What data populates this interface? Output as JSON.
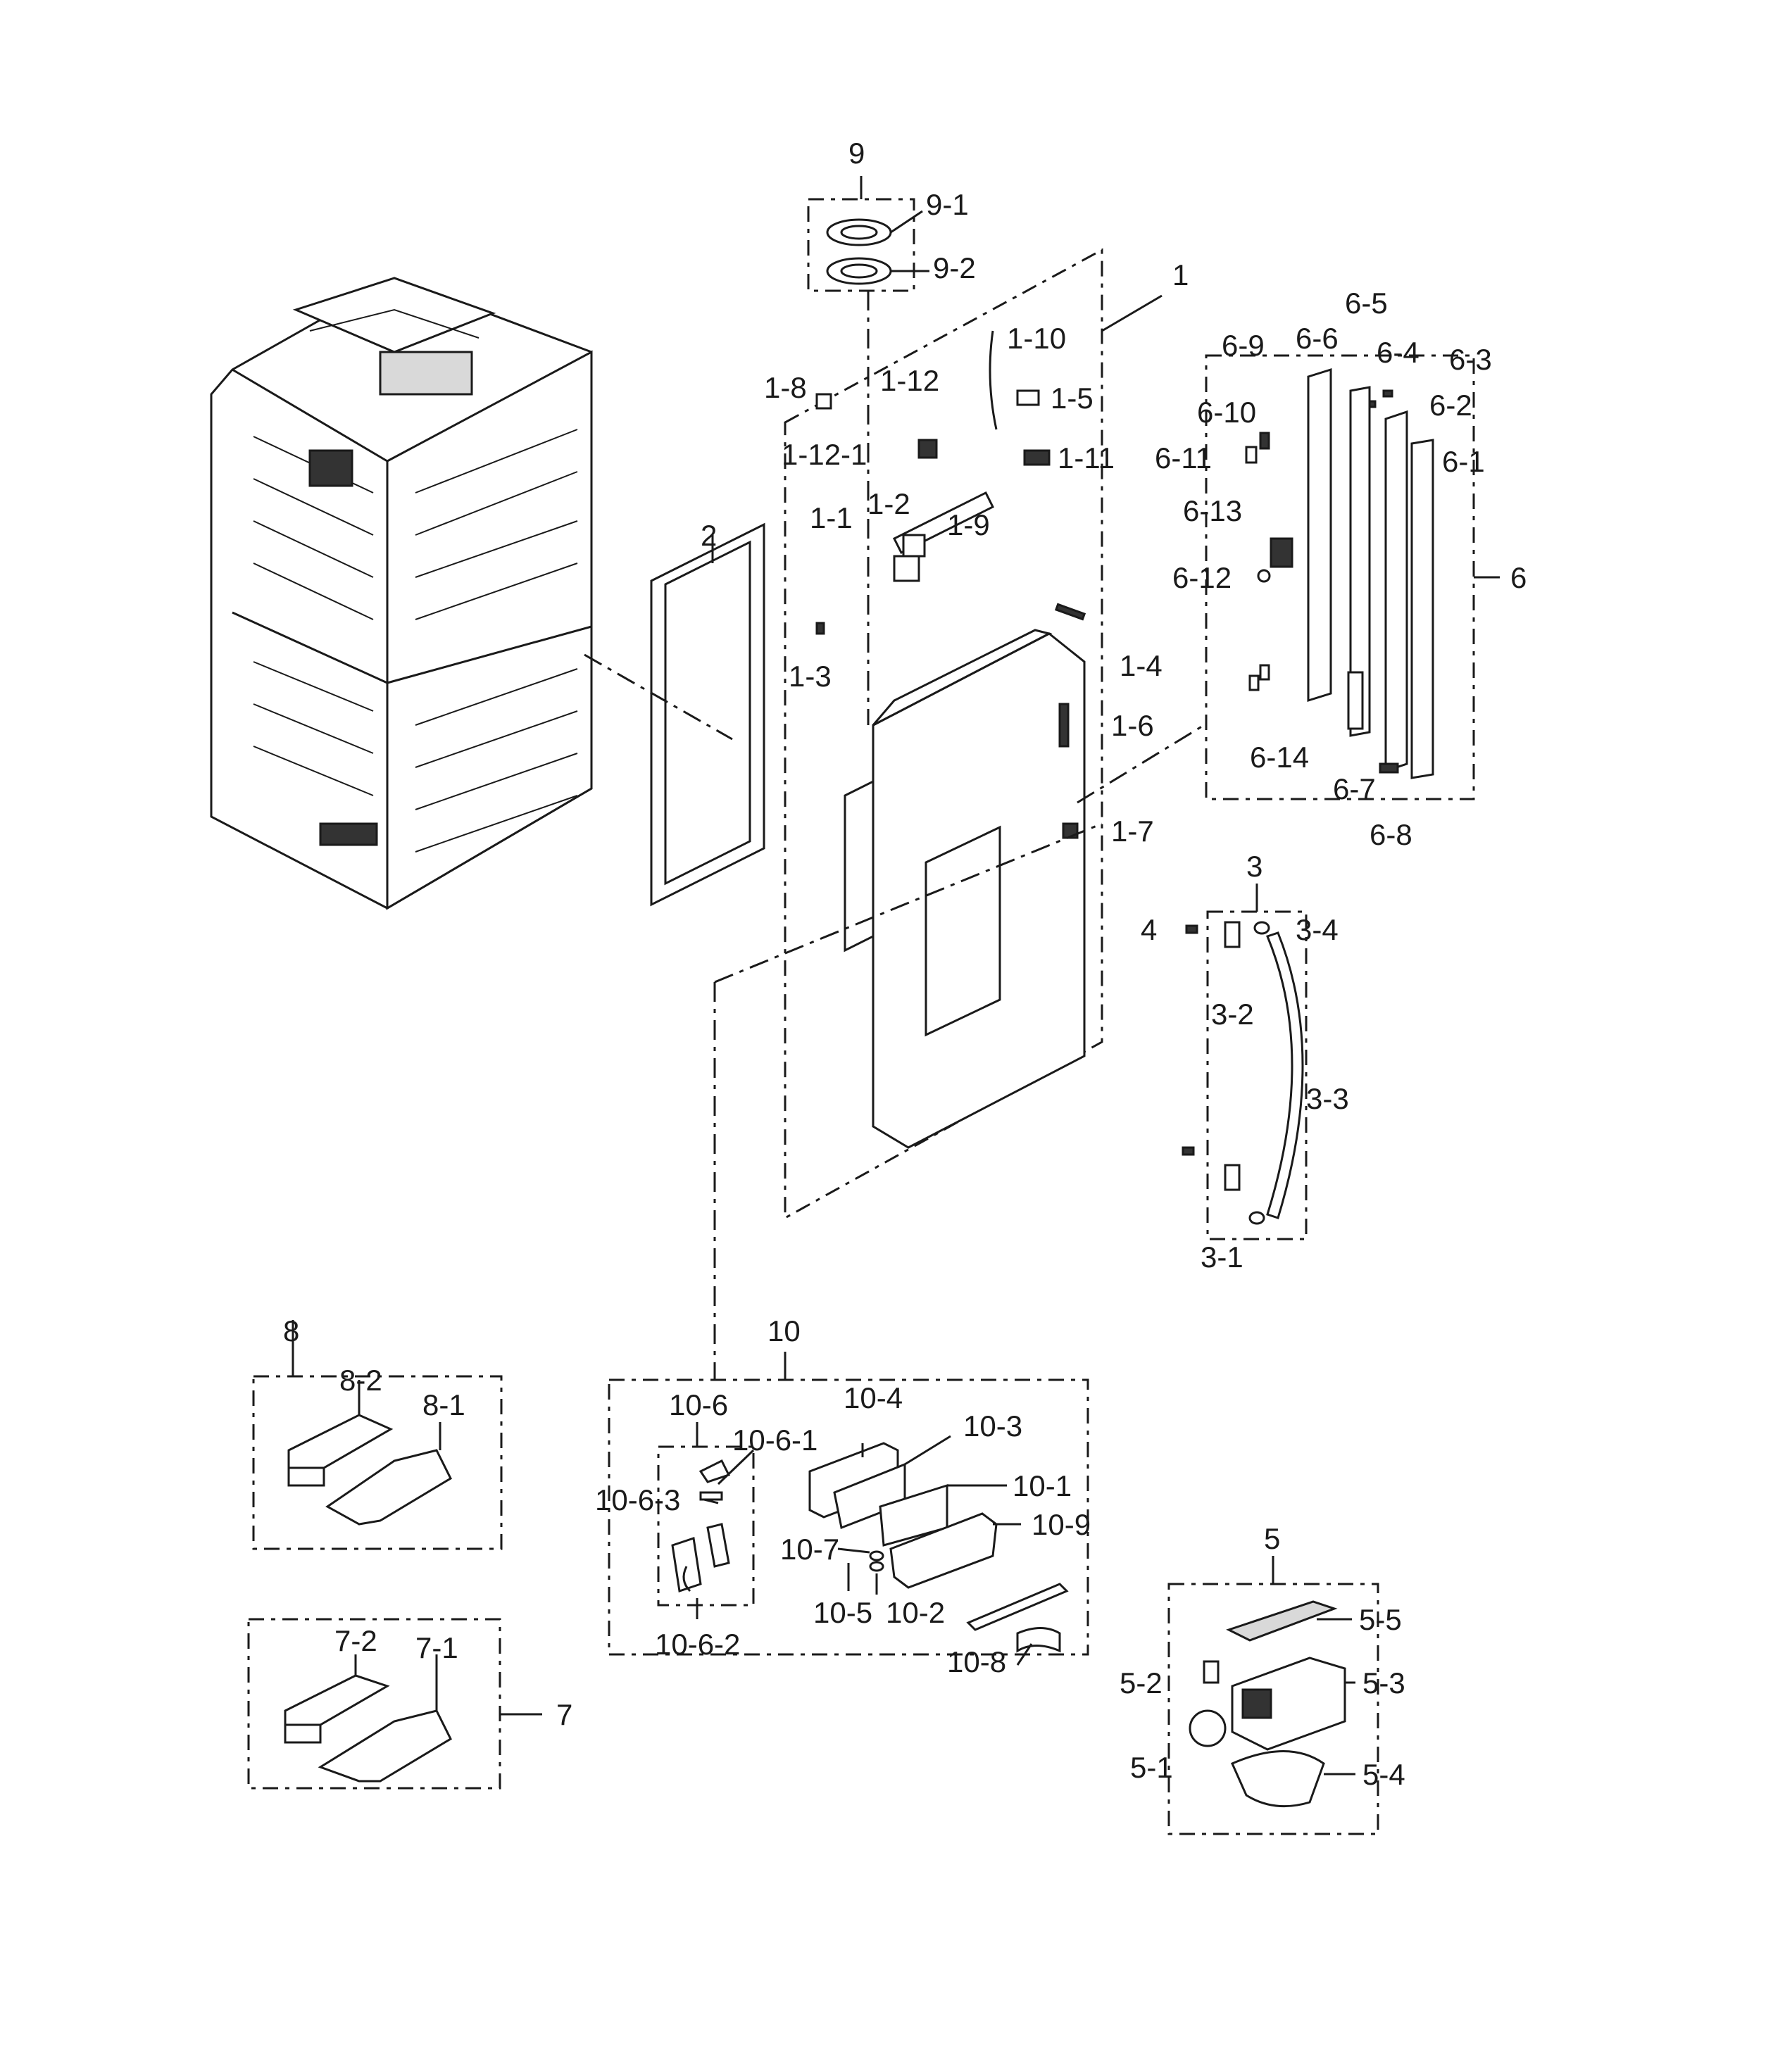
{
  "callouts": {
    "c9": "9",
    "c9_1": "9-1",
    "c9_2": "9-2",
    "c1": "1",
    "c1_1": "1-1",
    "c1_2": "1-2",
    "c1_3": "1-3",
    "c1_4": "1-4",
    "c1_5": "1-5",
    "c1_6": "1-6",
    "c1_7": "1-7",
    "c1_8": "1-8",
    "c1_9": "1-9",
    "c1_10": "1-10",
    "c1_11": "1-11",
    "c1_12": "1-12",
    "c1_12_1": "1-12-1",
    "c2": "2",
    "c3": "3",
    "c3_1": "3-1",
    "c3_2": "3-2",
    "c3_3": "3-3",
    "c3_4": "3-4",
    "c4": "4",
    "c5": "5",
    "c5_1": "5-1",
    "c5_2": "5-2",
    "c5_3": "5-3",
    "c5_4": "5-4",
    "c5_5": "5-5",
    "c6": "6",
    "c6_1": "6-1",
    "c6_2": "6-2",
    "c6_3": "6-3",
    "c6_4": "6-4",
    "c6_5": "6-5",
    "c6_6": "6-6",
    "c6_7": "6-7",
    "c6_8": "6-8",
    "c6_9": "6-9",
    "c6_10": "6-10",
    "c6_11": "6-11",
    "c6_12": "6-12",
    "c6_13": "6-13",
    "c6_14": "6-14",
    "c7": "7",
    "c7_1": "7-1",
    "c7_2": "7-2",
    "c8": "8",
    "c8_1": "8-1",
    "c8_2": "8-2",
    "c10": "10",
    "c10_1": "10-1",
    "c10_2": "10-2",
    "c10_3": "10-3",
    "c10_4": "10-4",
    "c10_5": "10-5",
    "c10_6": "10-6",
    "c10_6_1": "10-6-1",
    "c10_6_2": "10-6-2",
    "c10_6_3": "10-6-3",
    "c10_7": "10-7",
    "c10_8": "10-8",
    "c10_9": "10-9"
  }
}
